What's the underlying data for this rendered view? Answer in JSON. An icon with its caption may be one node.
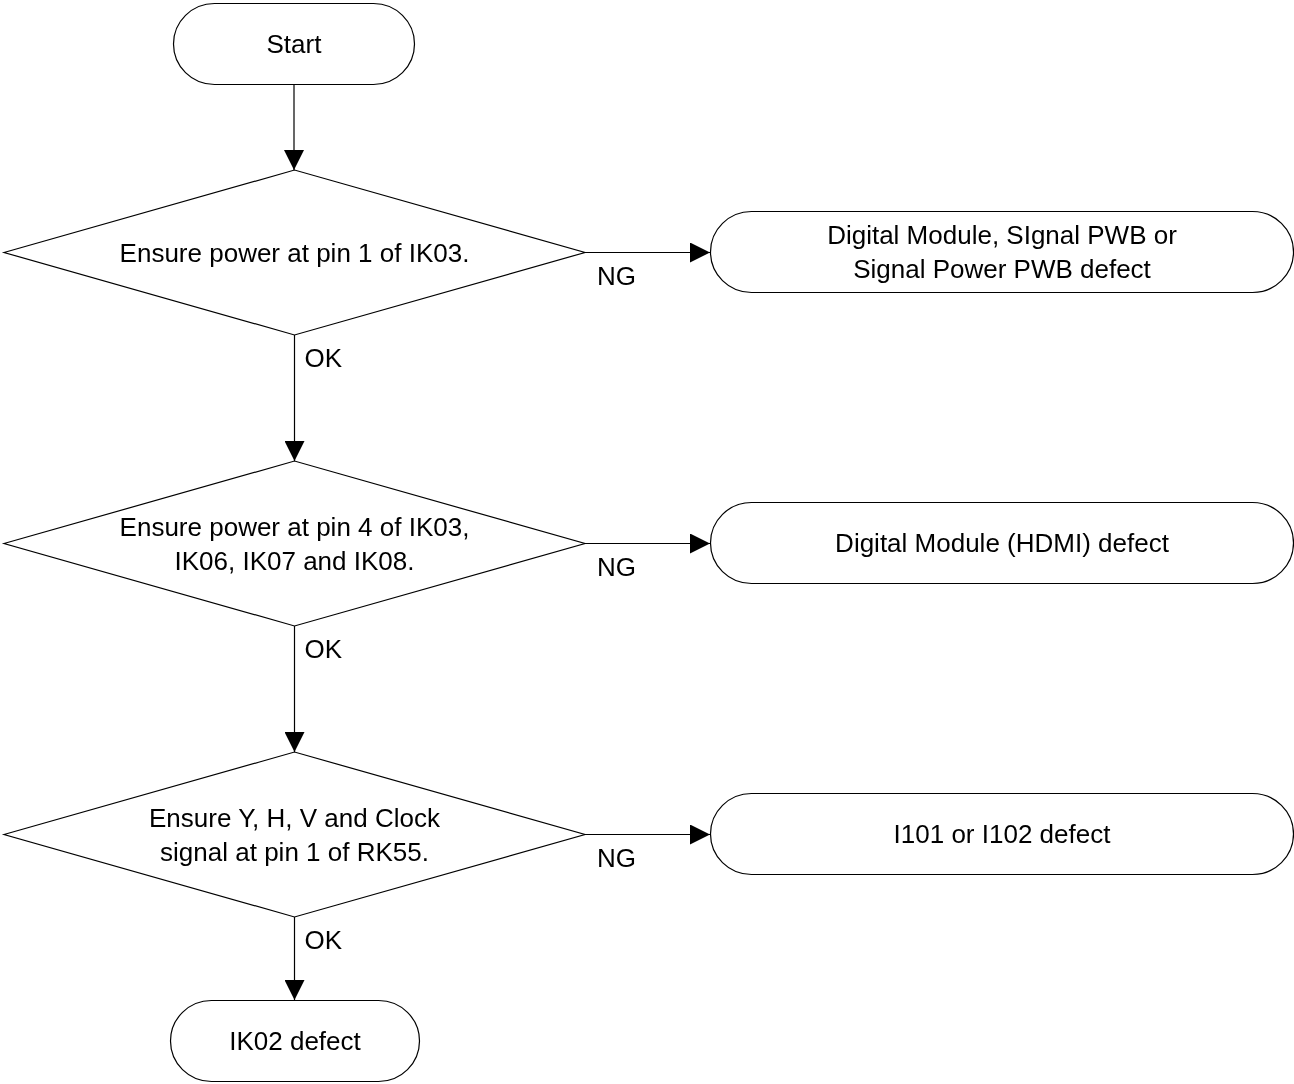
{
  "diagram": {
    "nodes": [
      {
        "text": [
          "Start"
        ]
      },
      {
        "text": [
          "Ensure power at pin 1 of IK03."
        ]
      },
      {
        "text": [
          "Digital Module, SIgnal PWB or Signal Power PWB defect"
        ]
      },
      {
        "text": [
          "Ensure power at pin 4 of IK03, IK06, IK07 and IK08."
        ]
      },
      {
        "text": [
          "Digital Module (HDMI) defect"
        ]
      },
      {
        "text": [
          "Ensure Y, H, V and Clock signal at pin 1 of RK55."
        ]
      },
      {
        "text": [
          "I101 or I102 defect"
        ]
      },
      {
        "text": [
          "IK02 defect"
        ]
      }
    ],
    "edges": [
      {
        "from": 0,
        "to": 1,
        "arrow": "to"
      },
      {
        "from": 1,
        "to": 2,
        "arrow": "to",
        "label": "NG"
      },
      {
        "from": 1,
        "to": 3,
        "arrow": "to",
        "label": "OK"
      },
      {
        "from": 3,
        "to": 4,
        "arrow": "to",
        "label": "NG"
      },
      {
        "from": 3,
        "to": 5,
        "arrow": "to",
        "label": "OK"
      },
      {
        "from": 5,
        "to": 6,
        "arrow": "to",
        "label": "NG"
      },
      {
        "from": 5,
        "to": 7,
        "arrow": "to",
        "label": "OK"
      }
    ]
  }
}
